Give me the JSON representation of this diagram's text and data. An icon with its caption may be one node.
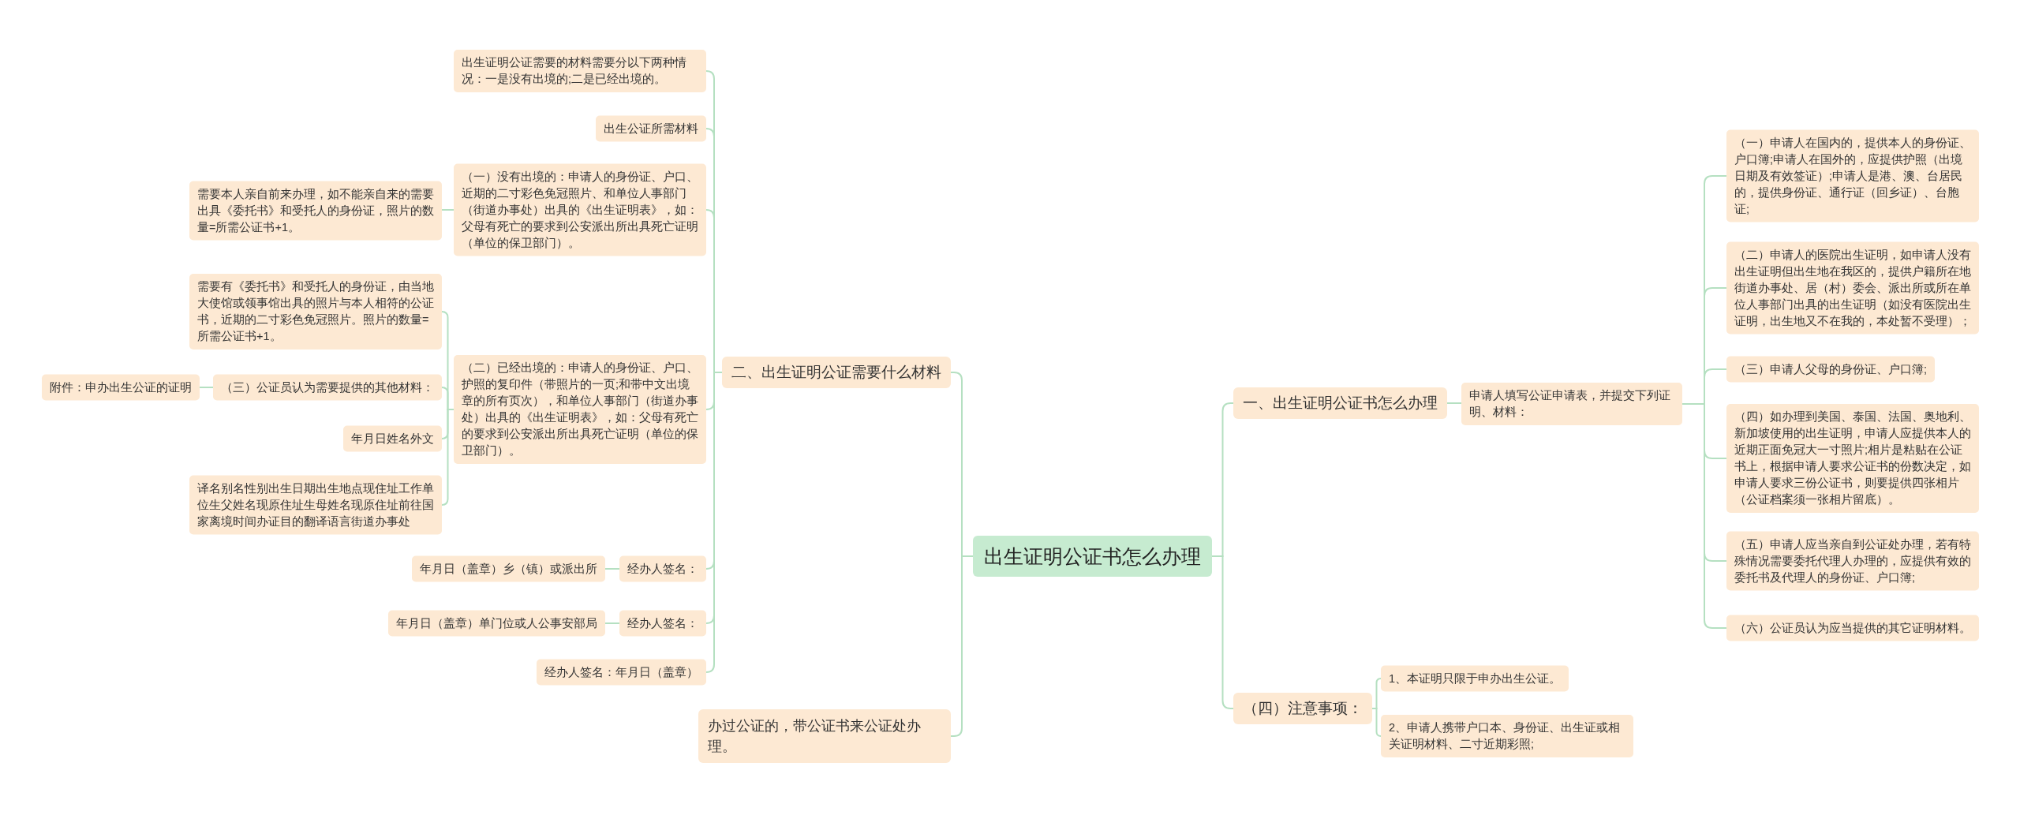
{
  "diagram": {
    "nodes": [
      {
        "text": [
          "出生证明公证书怎么办理"
        ]
      },
      {
        "text": [
          "二、出生证明公证需要什么材料"
        ]
      },
      {
        "text": [
          "出生证明公证需要的材料需要分以下两种情况：一是没有出境的;二是已经出境的。"
        ]
      },
      {
        "text": [
          "出生公证所需材料"
        ]
      },
      {
        "text": [
          "（一）没有出境的：申请人的身份证、户口、近期的二寸彩色免冠照片、和单位人事部门（街道办事处）出具的《出生证明表》，如：父母有死亡的要求到公安派出所出具死亡证明（单位的保卫部门）。"
        ]
      },
      {
        "text": [
          "需要本人亲自前来办理，如不能亲自来的需要出具《委托书》和受托人的身份证，照片的数量=所需公证书+1。"
        ]
      },
      {
        "text": [
          "（二）已经出境的：申请人的身份证、户口、护照的复印件（带照片的一页;和带中文出境章的所有页次），和单位人事部门（街道办事处）出具的《出生证明表》，如：父母有死亡的要求到公安派出所出具死亡证明（单位的保卫部门）。"
        ]
      },
      {
        "text": [
          "需要有《委托书》和受托人的身份证，由当地大使馆或领事馆出具的照片与本人相符的公证书，近期的二寸彩色免冠照片。照片的数量=所需公证书+1。"
        ]
      },
      {
        "text": [
          "（三）公证员认为需要提供的其他材料："
        ]
      },
      {
        "text": [
          "附件：申办出生公证的证明"
        ]
      },
      {
        "text": [
          "年月日姓名外文"
        ]
      },
      {
        "text": [
          "译名别名性别出生日期出生地点现住址工作单位生父姓名现原住址生母姓名现原住址前往国家离境时间办证目的翻译语言街道办事处"
        ]
      },
      {
        "text": [
          "经办人签名："
        ]
      },
      {
        "text": [
          "年月日（盖章）乡（镇）或派出所"
        ]
      },
      {
        "text": [
          "经办人签名："
        ]
      },
      {
        "text": [
          "年月日（盖章）单门位或人公事安部局"
        ]
      },
      {
        "text": [
          "经办人签名：年月日（盖章）"
        ]
      },
      {
        "text": [
          "办过公证的，带公证书来公证处办理。"
        ]
      },
      {
        "text": [
          "一、出生证明公证书怎么办理"
        ]
      },
      {
        "text": [
          "申请人填写公证申请表，并提交下列证明、材料："
        ]
      },
      {
        "text": [
          "（一）申请人在国内的，提供本人的身份证、户口簿;申请人在国外的，应提供护照（出境日期及有效签证）;申请人是港、澳、台居民的，提供身份证、通行证（回乡证）、台胞证;"
        ]
      },
      {
        "text": [
          "（二）申请人的医院出生证明，如申请人没有出生证明但出生地在我区的，提供户籍所在地街道办事处、居（村）委会、派出所或所在单位人事部门出具的出生证明（如没有医院出生证明，出生地又不在我的，本处暂不受理）；"
        ]
      },
      {
        "text": [
          "（三）申请人父母的身份证、户口簿;"
        ]
      },
      {
        "text": [
          "（四）如办理到美国、泰国、法国、奥地利、新加坡使用的出生证明，申请人应提供本人的近期正面免冠大一寸照片;相片是粘贴在公证书上，根据申请人要求公证书的份数决定，如申请人要求三份公证书，则要提供四张相片（公证档案须一张相片留底）。"
        ]
      },
      {
        "text": [
          "（五）申请人应当亲自到公证处办理，若有特殊情况需要委托代理人办理的，应提供有效的委托书及代理人的身份证、户口簿;"
        ]
      },
      {
        "text": [
          "（六）公证员认为应当提供的其它证明材料。"
        ]
      },
      {
        "text": [
          "（四）注意事项："
        ]
      },
      {
        "text": [
          "1、本证明只限于申办出生公证。"
        ]
      },
      {
        "text": [
          "2、申请人携带户口本、身份证、出生证或相关证明材料、二寸近期彩照;"
        ]
      }
    ],
    "edges": [
      {
        "from": 0,
        "to": 1,
        "arrow": "none"
      },
      {
        "from": 1,
        "to": 2,
        "arrow": "none"
      },
      {
        "from": 1,
        "to": 3,
        "arrow": "none"
      },
      {
        "from": 1,
        "to": 4,
        "arrow": "none"
      },
      {
        "from": 4,
        "to": 5,
        "arrow": "none"
      },
      {
        "from": 1,
        "to": 6,
        "arrow": "none"
      },
      {
        "from": 6,
        "to": 7,
        "arrow": "none"
      },
      {
        "from": 6,
        "to": 8,
        "arrow": "none"
      },
      {
        "from": 8,
        "to": 9,
        "arrow": "none"
      },
      {
        "from": 6,
        "to": 10,
        "arrow": "none"
      },
      {
        "from": 6,
        "to": 11,
        "arrow": "none"
      },
      {
        "from": 1,
        "to": 12,
        "arrow": "none"
      },
      {
        "from": 12,
        "to": 13,
        "arrow": "none"
      },
      {
        "from": 1,
        "to": 14,
        "arrow": "none"
      },
      {
        "from": 14,
        "to": 15,
        "arrow": "none"
      },
      {
        "from": 1,
        "to": 16,
        "arrow": "none"
      },
      {
        "from": 0,
        "to": 17,
        "arrow": "none"
      },
      {
        "from": 0,
        "to": 18,
        "arrow": "none"
      },
      {
        "from": 18,
        "to": 19,
        "arrow": "none"
      },
      {
        "from": 19,
        "to": 20,
        "arrow": "none"
      },
      {
        "from": 19,
        "to": 21,
        "arrow": "none"
      },
      {
        "from": 19,
        "to": 22,
        "arrow": "none"
      },
      {
        "from": 19,
        "to": 23,
        "arrow": "none"
      },
      {
        "from": 19,
        "to": 24,
        "arrow": "none"
      },
      {
        "from": 19,
        "to": 25,
        "arrow": "none"
      },
      {
        "from": 0,
        "to": 26,
        "arrow": "none"
      },
      {
        "from": 26,
        "to": 27,
        "arrow": "none"
      },
      {
        "from": 26,
        "to": 28,
        "arrow": "none"
      }
    ]
  }
}
